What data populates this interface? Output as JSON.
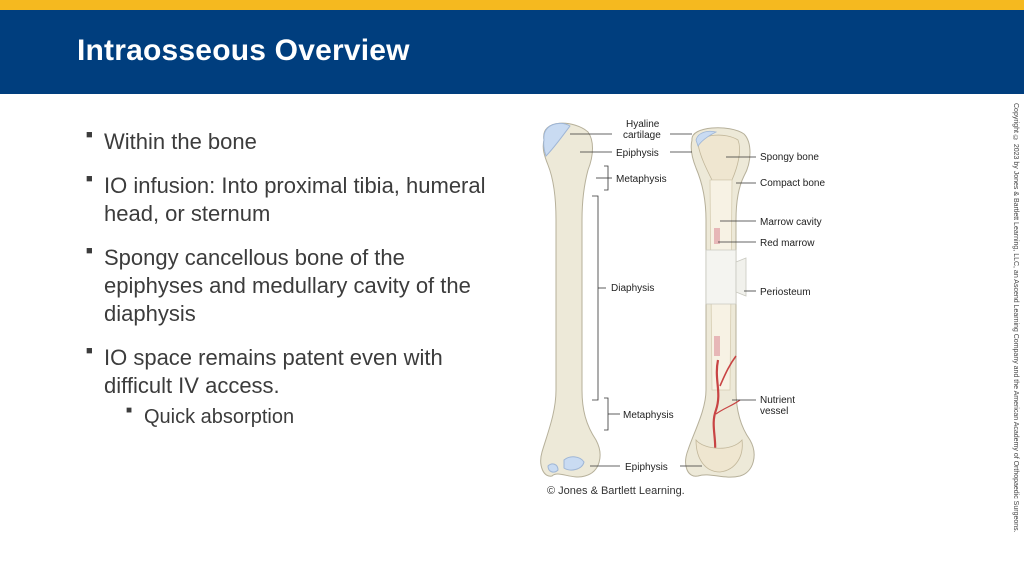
{
  "slide": {
    "title": "Intraosseous Overview",
    "bullets": [
      "Within the bone",
      "IO infusion: Into proximal tibia, humeral head, or sternum",
      "Spongy cancellous bone of the epiphyses and medullary cavity of the diaphysis",
      "IO space remains patent even with difficult IV access."
    ],
    "sub_bullets": [
      "Quick absorption"
    ],
    "bullet_marker": "■",
    "colors": {
      "header_bg": "#003e7e",
      "accent_bar": "#f5b91f",
      "title_text": "#ffffff",
      "body_text": "#3c3c3c"
    }
  },
  "diagram": {
    "labels": {
      "hyaline_line1": "Hyaline",
      "hyaline_line2": "cartilage",
      "epiphysis_top": "Epiphysis",
      "metaphysis_top": "Metaphysis",
      "diaphysis": "Diaphysis",
      "metaphysis_bottom": "Metaphysis",
      "epiphysis_bottom": "Epiphysis",
      "spongy_bone": "Spongy bone",
      "compact_bone": "Compact bone",
      "marrow_cavity": "Marrow cavity",
      "red_marrow": "Red marrow",
      "periosteum": "Periosteum",
      "nutrient_line1": "Nutrient",
      "nutrient_line2": "vessel"
    },
    "caption": "© Jones & Bartlett Learning."
  },
  "copyright": "Copyright © 2023 by Jones & Bartlett Learning, LLC, an Ascend Learning Company and the American Academy of Orthopaedic Surgeons."
}
